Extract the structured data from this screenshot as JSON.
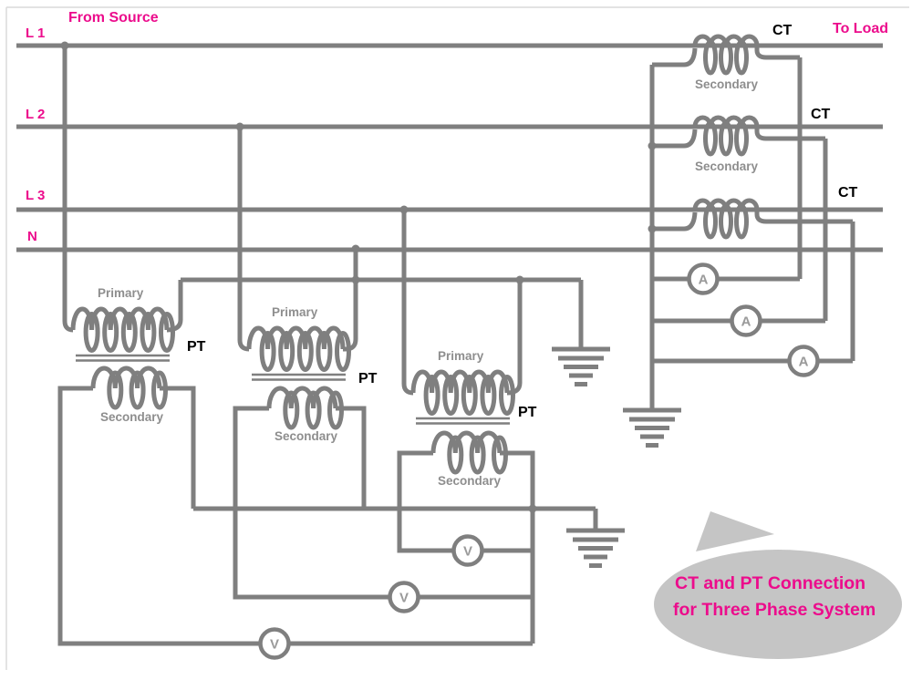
{
  "header": {
    "from_source": "From Source",
    "to_load": "To Load"
  },
  "bus_lines": [
    {
      "label": "L 1"
    },
    {
      "label": "L 2"
    },
    {
      "label": "L 3"
    },
    {
      "label": "N"
    }
  ],
  "ct_section": {
    "units": [
      {
        "label": "CT",
        "winding_label": "Secondary"
      },
      {
        "label": "CT",
        "winding_label": "Secondary"
      },
      {
        "label": "CT"
      }
    ],
    "ammeter_letter": "A"
  },
  "pt_section": {
    "units": [
      {
        "label": "PT",
        "primary_label": "Primary",
        "secondary_label": "Secondary"
      },
      {
        "label": "PT",
        "primary_label": "Primary",
        "secondary_label": "Secondary"
      },
      {
        "label": "PT",
        "primary_label": "Primary",
        "secondary_label": "Secondary"
      }
    ],
    "voltmeter_letter": "V"
  },
  "callout": {
    "line1": "CT and PT Connection",
    "line2": "for Three Phase System"
  },
  "colors": {
    "wire": "#7f7f7f",
    "accent_magenta": "#ec0c8c",
    "label_gray": "#8e8e8e",
    "callout_fill": "#c5c5c5",
    "black_label": "#000000"
  }
}
